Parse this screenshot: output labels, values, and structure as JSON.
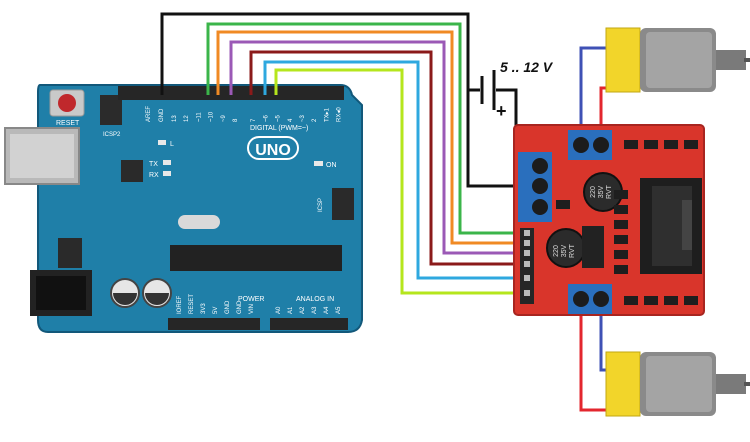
{
  "supply": {
    "label": "5 .. 12 V",
    "plus": "+"
  },
  "arduino": {
    "logo": "UNO",
    "reset_label": "RESET",
    "icsp2_label": "ICSP2",
    "icsp_label": "ICSP",
    "l_label": "L",
    "tx_label": "TX",
    "rx_label": "RX",
    "on_label": "ON",
    "digital_label": "DIGITAL (PWM=~)",
    "power_label": "POWER",
    "analog_label": "ANALOG IN",
    "aref": "AREF",
    "gnd": "GND",
    "digital_pins": [
      "13",
      "12",
      "~11",
      "~10",
      "~9",
      "8",
      "7",
      "~6",
      "~5",
      "4",
      "~3",
      "2",
      "TX▸1",
      "RX◂0"
    ],
    "power_pins": [
      "IOREF",
      "RESET",
      "3V3",
      "5V",
      "GND",
      "GND",
      "VIN"
    ],
    "analog_pins": [
      "A0",
      "A1",
      "A2",
      "A3",
      "A4",
      "A5"
    ]
  },
  "driver": {
    "cap1": "220\n35V\nRVT",
    "cap2": "220\n35V\nRVT"
  },
  "wire_colors": {
    "gnd": "#111111",
    "green": "#3bb54a",
    "orange": "#f08a24",
    "purple": "#9b59b6",
    "darkred": "#8b1a1a",
    "blue": "#2ea8df",
    "lime": "#b5e61d",
    "red": "#e3262e",
    "motorblue": "#3f51b5"
  }
}
